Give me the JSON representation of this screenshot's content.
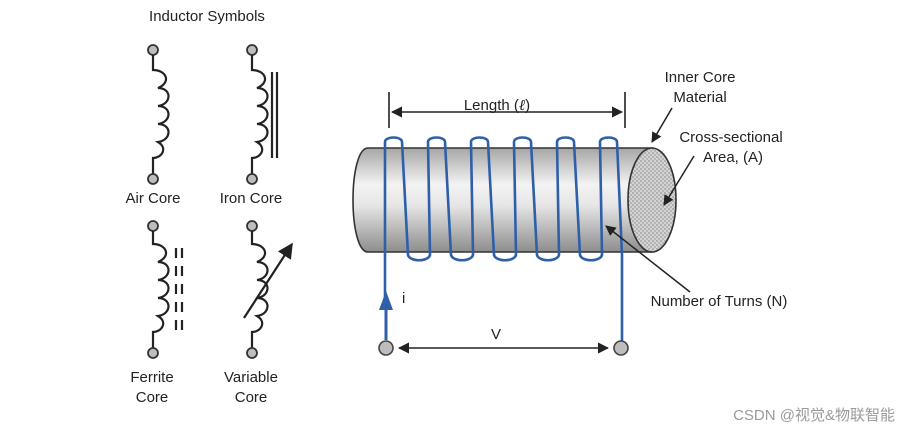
{
  "symbols": {
    "title": "Inductor Symbols",
    "air_core": "Air Core",
    "iron_core": "Iron Core",
    "ferrite_line1": "Ferrite",
    "ferrite_line2": "Core",
    "variable_line1": "Variable",
    "variable_line2": "Core"
  },
  "coil": {
    "length_label": "Length (",
    "length_symbol": "ℓ",
    "length_close": ")",
    "inner_core_line1": "Inner Core",
    "inner_core_line2": "Material",
    "cross_section_line1": "Cross-sectional",
    "cross_section_line2": "Area, (A)",
    "turns_label": "Number of Turns (N)",
    "current_label": "i",
    "voltage_label": "V"
  },
  "watermark": "CSDN @视觉&物联智能",
  "colors": {
    "wire": "#2f5fa8",
    "symbol_line": "#222222",
    "terminal_fill": "#bdbdbd",
    "core_dark": "#9c9c9c",
    "core_light": "#f2f2f2"
  }
}
